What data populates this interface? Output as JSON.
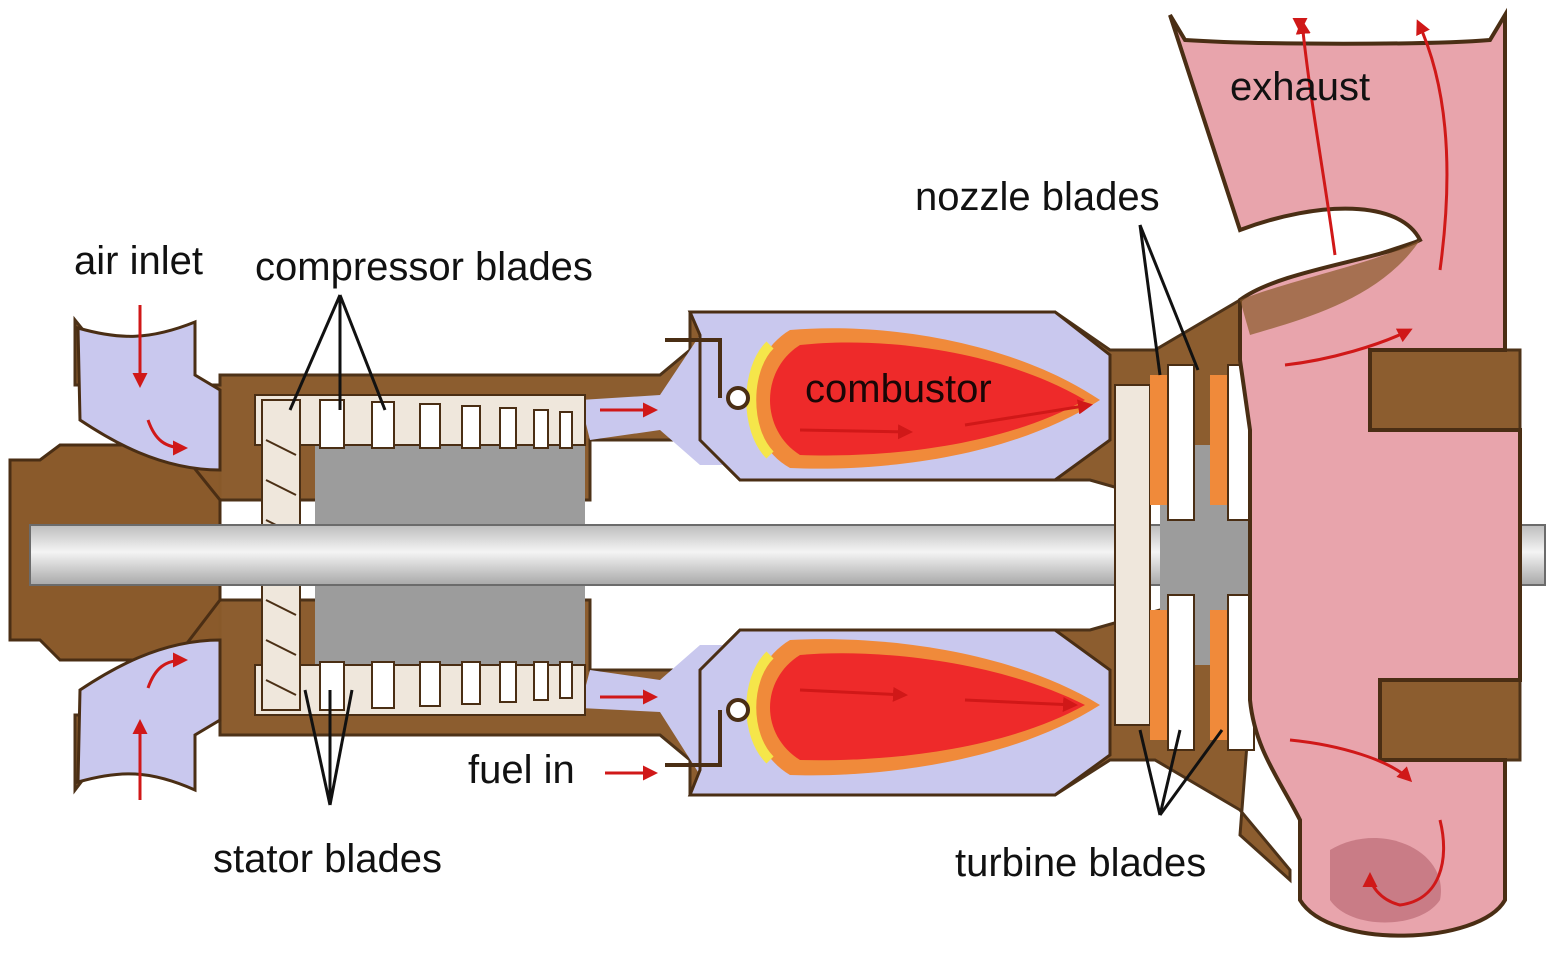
{
  "diagram": {
    "labels": {
      "air_inlet": "air inlet",
      "compressor_blades": "compressor blades",
      "combustor": "combustor",
      "nozzle_blades": "nozzle blades",
      "exhaust": "exhaust",
      "fuel_in": "fuel in",
      "stator_blades": "stator blades",
      "turbine_blades": "turbine blades"
    },
    "colors": {
      "casing": "#8a5a2b",
      "casing_outline": "#4a2e14",
      "airflow": "#c9c8ee",
      "shaft": "#d9d9d9",
      "rotor_core": "#9c9c9c",
      "flame_outer": "#f08a3a",
      "flame_core": "#ee2a2a",
      "flame_edge": "#f5e64a",
      "exhaust": "#e8a4ac",
      "arrow": "#d01818"
    }
  }
}
